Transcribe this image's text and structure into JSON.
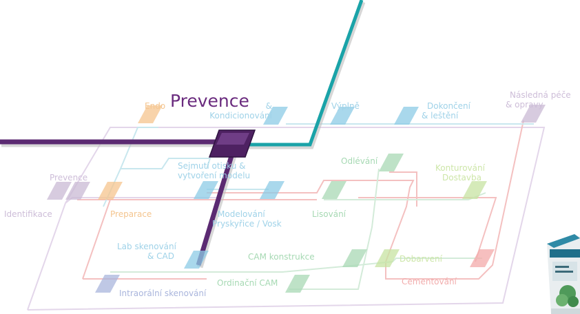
{
  "highlight": {
    "label": "Prevence",
    "color": "#6a2b7e"
  },
  "accent": {
    "teal": "#1aa3a8",
    "purple": "#5b2a72"
  },
  "nodes": {
    "endo": {
      "label": "Endo",
      "color": "#f6c48d"
    },
    "kondicionovani": {
      "label": "& Kondicionování",
      "color": "#8ccbe6"
    },
    "vyplne": {
      "label": "Výplně",
      "color": "#8ccbe6"
    },
    "dokonceni": {
      "label_1": "Dokončení",
      "label_2": "& leštění",
      "color": "#8ccbe6"
    },
    "nasledna": {
      "label_1": "Následná péče",
      "label_2": "& opravy",
      "color": "#c9b9d4"
    },
    "prevence": {
      "label": "Prevence",
      "color": "#c9b9d4"
    },
    "identifikace": {
      "label": "Identifikace",
      "color": "#c9b9d4"
    },
    "preparace": {
      "label": "Preparace",
      "color": "#f6c48d"
    },
    "sejmuti": {
      "label_1": "Sejmutí otisku &",
      "label_2": "vytvoření modelu",
      "color": "#8ccbe6"
    },
    "odlevani": {
      "label": "Odlévání",
      "color": "#a8d8b4"
    },
    "konturovani": {
      "label_1": "Konturování",
      "label_2": "Dostavba",
      "color": "#c7e3a1"
    },
    "modelovani": {
      "label_1": "Modelování",
      "label_2": "Pryskyřice / Vosk",
      "color": "#8ccbe6"
    },
    "lisovani": {
      "label": "Lisování",
      "color": "#a8d8b4"
    },
    "lab": {
      "label_1": "Lab skenování",
      "label_2": "& CAD",
      "color": "#8ccbe6"
    },
    "cam_konstrukce": {
      "label": "CAM konstrukce",
      "color": "#a8d8b4"
    },
    "dobarveni": {
      "label": "Dobarvení",
      "color": "#c7e3a1"
    },
    "cementovani": {
      "label": "Cementování",
      "color": "#f3a9a9"
    },
    "ordinacni": {
      "label": "Ordinační CAM",
      "color": "#a8d8b4"
    },
    "intraoralni": {
      "label": "Intraorální skenování",
      "color": "#aab6dc"
    }
  }
}
